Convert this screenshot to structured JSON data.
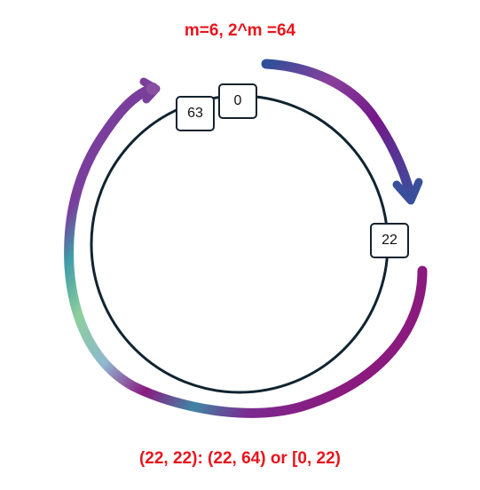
{
  "title": "m=6, 2^m =64",
  "footer": "(22, 22): (22, 64) or [0, 22)",
  "nodes": [
    {
      "id": 63,
      "label": "63"
    },
    {
      "id": 0,
      "label": "0"
    },
    {
      "id": 22,
      "label": "22"
    }
  ],
  "colors": {
    "text_accent": "#e8141c",
    "ring": "#0f2430",
    "node_border": "#16222e",
    "arrow_short_start": "#2f4f9a",
    "arrow_short_mid": "#7a1f8c",
    "arrow_long_start": "#8a1a7e",
    "arrow_long_mid": "#3f8aa0",
    "arrow_long_end": "#8ccf9c"
  }
}
